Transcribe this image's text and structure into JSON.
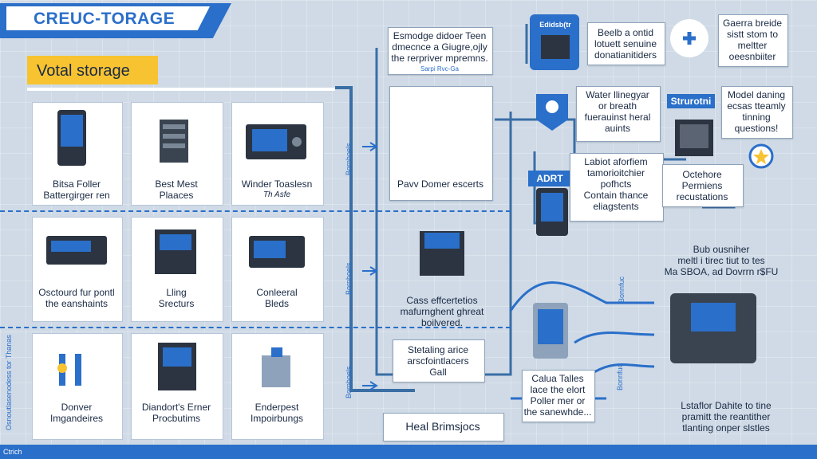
{
  "header": {
    "title": "CREUC-TORAGE",
    "subtitle_tag": "Votal storage"
  },
  "tiles": [
    {
      "label1": "Bitsa Foller",
      "label2": "Battergirger ren"
    },
    {
      "label1": "Best Mest",
      "label2": "Plaaces"
    },
    {
      "label1": "Winder Toaslesn",
      "label2": "Th Asfe"
    },
    {
      "label1": "Osctourd fur pontl",
      "label2": "the eanshaints"
    },
    {
      "label1": "Lling",
      "label2": "Srecturs"
    },
    {
      "label1": "Conleeral",
      "label2": "Bleds"
    },
    {
      "label1": "Donver",
      "label2": "Imgandeires"
    },
    {
      "label1": "Diandort's Erner",
      "label2": "Procbutims"
    },
    {
      "label1": "Enderpest",
      "label2": "Impoirbungs"
    }
  ],
  "vertical_labels": {
    "left": "Osnoutlasenodess tor Thanas",
    "row1": "Bornhoels",
    "row2": "Bornhoels",
    "row3": "Bornhoels"
  },
  "center": {
    "note_top": {
      "l1": "Esmodge didoer Teen",
      "l2": "dmecnce a Giugre,ojly",
      "l3": "the rerpriver mpremns.",
      "l4": "Sarpi Rvc-Ga"
    },
    "box1": "Pavv Domer escerts",
    "box2": {
      "l1": "Cass effcertetios",
      "l2": "mafurnghent ghreat",
      "l3": "boilvered."
    },
    "box3": {
      "l1": "Stetaling arice",
      "l2": "arscfointlacers",
      "l3": "Gall"
    },
    "bottom": "Heal Brimsjocs"
  },
  "right": {
    "badge": "Edidsb(tr",
    "note1": {
      "l1": "Beelb a ontid",
      "l2": "lotuett senuine",
      "l3": "donatianitiders"
    },
    "note2": {
      "l1": "Gaerra breide",
      "l2": "sistt stom to",
      "l3": "meltter",
      "l4": "oeesnbiiter"
    },
    "note3": {
      "l1": "Water llinegyar",
      "l2": "or breath",
      "l3": "fuerauinst heral",
      "l4": "auints"
    },
    "tag_struct": "Strurotni",
    "note4": {
      "l1": "Model daning",
      "l2": "ecsas tteamly",
      "l3": "tinning",
      "l4": "questions!"
    },
    "tag_adrt": "ADRT",
    "note5": {
      "l1": "Labiot aforfiem",
      "l2": "tamorioitchier",
      "l3": "pofhcts",
      "l4": "Contain thance",
      "l5": "eliagstents"
    },
    "note6": {
      "l1": "Octehore",
      "l2": "Permiens",
      "l3": "recustations"
    },
    "note7": {
      "l1": "Bub ousniher",
      "l2": "meltl i tirec tiut to tes",
      "l3": "Ma SBOA, ad Dovrrn r$FU"
    },
    "vert_curve1": "Bonnfuc",
    "vert_curve2": "Bonnfuc",
    "note8": {
      "l1": "Calua Talles",
      "l2": "lace the elort",
      "l3": "Poller mer or",
      "l4": "the sanewhde..."
    },
    "note9": {
      "l1": "Lstaflor Dahite to tine",
      "l2": "pramitt the reantither",
      "l3": "tlanting onper slstles"
    }
  },
  "footer": {
    "text": "Ctrich"
  },
  "colors": {
    "accent": "#2a6fc9",
    "highlight": "#f7c330",
    "background": "#cfdae6"
  }
}
